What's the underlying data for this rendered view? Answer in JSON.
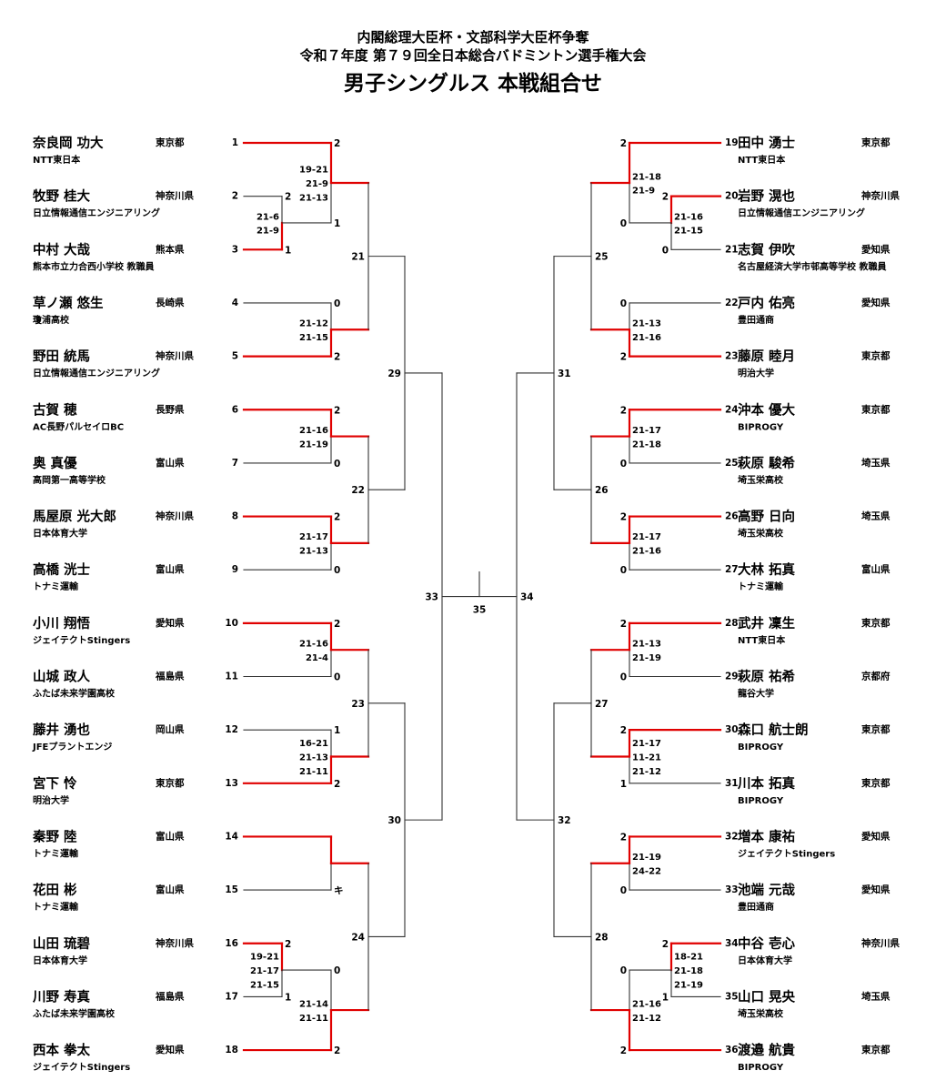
{
  "title": {
    "line1": "内閣総理大臣杯・文部科学大臣杯争奪",
    "line2": "令和７年度 第７９回全日本総合バドミントン選手権大会",
    "line3": "男子シングルス 本戦組合せ"
  },
  "colors": {
    "win": "#e00000",
    "line": "#333333"
  },
  "left_players": [
    {
      "seed": "1",
      "name": "奈良岡 功大",
      "pref": "東京都",
      "team": "NTT東日本"
    },
    {
      "seed": "2",
      "name": "牧野 桂大",
      "pref": "神奈川県",
      "team": "日立情報通信エンジニアリング"
    },
    {
      "seed": "3",
      "name": "中村 大哉",
      "pref": "熊本県",
      "team": "熊本市立力合西小学校 教職員"
    },
    {
      "seed": "4",
      "name": "草ノ瀬 悠生",
      "pref": "長崎県",
      "team": "瓊浦高校"
    },
    {
      "seed": "5",
      "name": "野田 統馬",
      "pref": "神奈川県",
      "team": "日立情報通信エンジニアリング"
    },
    {
      "seed": "6",
      "name": "古賀 穂",
      "pref": "長野県",
      "team": "AC長野パルセイロBC"
    },
    {
      "seed": "7",
      "name": "奥 真優",
      "pref": "富山県",
      "team": "高岡第一高等学校"
    },
    {
      "seed": "8",
      "name": "馬屋原 光大郎",
      "pref": "神奈川県",
      "team": "日本体育大学"
    },
    {
      "seed": "9",
      "name": "高橋 洸士",
      "pref": "富山県",
      "team": "トナミ運輸"
    },
    {
      "seed": "10",
      "name": "小川 翔悟",
      "pref": "愛知県",
      "team": "ジェイテクトStingers"
    },
    {
      "seed": "11",
      "name": "山城 政人",
      "pref": "福島県",
      "team": "ふたば未来学園高校"
    },
    {
      "seed": "12",
      "name": "藤井 湧也",
      "pref": "岡山県",
      "team": "JFEプラントエンジ"
    },
    {
      "seed": "13",
      "name": "宮下 怜",
      "pref": "東京都",
      "team": "明治大学"
    },
    {
      "seed": "14",
      "name": "秦野 陸",
      "pref": "富山県",
      "team": "トナミ運輸"
    },
    {
      "seed": "15",
      "name": "花田 彬",
      "pref": "富山県",
      "team": "トナミ運輸"
    },
    {
      "seed": "16",
      "name": "山田 琉碧",
      "pref": "神奈川県",
      "team": "日本体育大学"
    },
    {
      "seed": "17",
      "name": "川野 寿真",
      "pref": "福島県",
      "team": "ふたば未来学園高校"
    },
    {
      "seed": "18",
      "name": "西本 拳太",
      "pref": "愛知県",
      "team": "ジェイテクトStingers"
    }
  ],
  "right_players": [
    {
      "seed": "19",
      "name": "田中 湧士",
      "pref": "東京都",
      "team": "NTT東日本"
    },
    {
      "seed": "20",
      "name": "岩野 滉也",
      "pref": "神奈川県",
      "team": "日立情報通信エンジニアリング"
    },
    {
      "seed": "21",
      "name": "志賀 伊吹",
      "pref": "愛知県",
      "team": "名古屋経済大学市邨高等学校 教職員"
    },
    {
      "seed": "22",
      "name": "戸内 佑亮",
      "pref": "愛知県",
      "team": "豊田通商"
    },
    {
      "seed": "23",
      "name": "藤原 睦月",
      "pref": "東京都",
      "team": "明治大学"
    },
    {
      "seed": "24",
      "name": "沖本 優大",
      "pref": "東京都",
      "team": "BIPROGY"
    },
    {
      "seed": "25",
      "name": "萩原 駿希",
      "pref": "埼玉県",
      "team": "埼玉栄高校"
    },
    {
      "seed": "26",
      "name": "高野 日向",
      "pref": "埼玉県",
      "team": "埼玉栄高校"
    },
    {
      "seed": "27",
      "name": "大林 拓真",
      "pref": "富山県",
      "team": "トナミ運輸"
    },
    {
      "seed": "28",
      "name": "武井 凜生",
      "pref": "東京都",
      "team": "NTT東日本"
    },
    {
      "seed": "29",
      "name": "萩原 祐希",
      "pref": "京都府",
      "team": "龍谷大学"
    },
    {
      "seed": "30",
      "name": "森口 航士朗",
      "pref": "東京都",
      "team": "BIPROGY"
    },
    {
      "seed": "31",
      "name": "川本 拓真",
      "pref": "東京都",
      "team": "BIPROGY"
    },
    {
      "seed": "32",
      "name": "増本 康祐",
      "pref": "愛知県",
      "team": "ジェイテクトStingers"
    },
    {
      "seed": "33",
      "name": "池端 元哉",
      "pref": "愛知県",
      "team": "豊田通商"
    },
    {
      "seed": "34",
      "name": "中谷 壱心",
      "pref": "神奈川県",
      "team": "日本体育大学"
    },
    {
      "seed": "35",
      "name": "山口 晃央",
      "pref": "埼玉県",
      "team": "埼玉栄高校"
    },
    {
      "seed": "36",
      "name": "渡邉 航貴",
      "pref": "東京都",
      "team": "BIPROGY"
    }
  ],
  "matches": [
    {
      "id": "l_pre1",
      "side": "L",
      "a": 1,
      "b": 2,
      "winner": "b",
      "ga": "2",
      "gb": "1",
      "scores": [
        "21-6",
        "21-9"
      ]
    },
    {
      "id": "l_r1a",
      "side": "L",
      "a": 0,
      "b": "l_pre1",
      "winner": "a",
      "ga": "2",
      "gb": "1",
      "scores": [
        "19-21",
        "21-9",
        "21-13"
      ]
    },
    {
      "id": "l_r1b",
      "side": "L",
      "a": 3,
      "b": 4,
      "winner": "b",
      "ga": "0",
      "gb": "2",
      "scores": [
        "21-12",
        "21-15"
      ]
    },
    {
      "id": "l_r1c",
      "side": "L",
      "a": 5,
      "b": 6,
      "winner": "a",
      "ga": "2",
      "gb": "0",
      "scores": [
        "21-16",
        "21-19"
      ]
    },
    {
      "id": "l_r1d",
      "side": "L",
      "a": 7,
      "b": 8,
      "winner": "a",
      "ga": "2",
      "gb": "0",
      "scores": [
        "21-17",
        "21-13"
      ]
    },
    {
      "id": "l_r1e",
      "side": "L",
      "a": 9,
      "b": 10,
      "winner": "a",
      "ga": "2",
      "gb": "0",
      "scores": [
        "21-16",
        "21-4"
      ]
    },
    {
      "id": "l_r1f",
      "side": "L",
      "a": 11,
      "b": 12,
      "winner": "b",
      "ga": "1",
      "gb": "2",
      "scores": [
        "16-21",
        "21-13",
        "21-11"
      ]
    },
    {
      "id": "l_r1g",
      "side": "L",
      "a": 13,
      "b": 14,
      "winner": "a",
      "ga": "",
      "gb": "キ",
      "scores": []
    },
    {
      "id": "l_pre2",
      "side": "L",
      "a": 15,
      "b": 16,
      "winner": "a",
      "ga": "2",
      "gb": "1",
      "scores": [
        "19-21",
        "21-17",
        "21-15"
      ]
    },
    {
      "id": "l_r1h",
      "side": "L",
      "a": "l_pre2",
      "b": 17,
      "winner": "b",
      "ga": "0",
      "gb": "2",
      "scores": [
        "21-14",
        "21-11"
      ]
    },
    {
      "id": "l21",
      "side": "L",
      "a": "l_r1a",
      "b": "l_r1b",
      "label": "21"
    },
    {
      "id": "l22",
      "side": "L",
      "a": "l_r1c",
      "b": "l_r1d",
      "label": "22"
    },
    {
      "id": "l23",
      "side": "L",
      "a": "l_r1e",
      "b": "l_r1f",
      "label": "23"
    },
    {
      "id": "l24",
      "side": "L",
      "a": "l_r1g",
      "b": "l_r1h",
      "label": "24"
    },
    {
      "id": "l29",
      "side": "L",
      "a": "l21",
      "b": "l22",
      "label": "29"
    },
    {
      "id": "l30",
      "side": "L",
      "a": "l23",
      "b": "l24",
      "label": "30"
    },
    {
      "id": "l33",
      "side": "L",
      "a": "l29",
      "b": "l30",
      "label": "33"
    },
    {
      "id": "r_pre1",
      "side": "R",
      "a": 1,
      "b": 2,
      "winner": "a",
      "ga": "2",
      "gb": "0",
      "scores": [
        "21-16",
        "21-15"
      ]
    },
    {
      "id": "r_r1a",
      "side": "R",
      "a": 0,
      "b": "r_pre1",
      "winner": "a",
      "ga": "2",
      "gb": "0",
      "scores": [
        "21-18",
        "21-9"
      ]
    },
    {
      "id": "r_r1b",
      "side": "R",
      "a": 3,
      "b": 4,
      "winner": "b",
      "ga": "0",
      "gb": "2",
      "scores": [
        "21-13",
        "21-16"
      ]
    },
    {
      "id": "r_r1c",
      "side": "R",
      "a": 5,
      "b": 6,
      "winner": "a",
      "ga": "2",
      "gb": "0",
      "scores": [
        "21-17",
        "21-18"
      ]
    },
    {
      "id": "r_r1d",
      "side": "R",
      "a": 7,
      "b": 8,
      "winner": "a",
      "ga": "2",
      "gb": "0",
      "scores": [
        "21-17",
        "21-16"
      ]
    },
    {
      "id": "r_r1e",
      "side": "R",
      "a": 9,
      "b": 10,
      "winner": "a",
      "ga": "2",
      "gb": "0",
      "scores": [
        "21-13",
        "21-19"
      ]
    },
    {
      "id": "r_r1f",
      "side": "R",
      "a": 11,
      "b": 12,
      "winner": "a",
      "ga": "2",
      "gb": "1",
      "scores": [
        "21-17",
        "11-21",
        "21-12"
      ]
    },
    {
      "id": "r_r1g",
      "side": "R",
      "a": 13,
      "b": 14,
      "winner": "a",
      "ga": "2",
      "gb": "0",
      "scores": [
        "21-19",
        "24-22"
      ]
    },
    {
      "id": "r_pre2",
      "side": "R",
      "a": 15,
      "b": 16,
      "winner": "a",
      "ga": "2",
      "gb": "1",
      "scores": [
        "18-21",
        "21-18",
        "21-19"
      ]
    },
    {
      "id": "r_r1h",
      "side": "R",
      "a": "r_pre2",
      "b": 17,
      "winner": "b",
      "ga": "0",
      "gb": "2",
      "scores": [
        "21-16",
        "21-12"
      ]
    },
    {
      "id": "r25",
      "side": "R",
      "a": "r_r1a",
      "b": "r_r1b",
      "label": "25"
    },
    {
      "id": "r26",
      "side": "R",
      "a": "r_r1c",
      "b": "r_r1d",
      "label": "26"
    },
    {
      "id": "r27",
      "side": "R",
      "a": "r_r1e",
      "b": "r_r1f",
      "label": "27"
    },
    {
      "id": "r28",
      "side": "R",
      "a": "r_r1g",
      "b": "r_r1h",
      "label": "28"
    },
    {
      "id": "r31",
      "side": "R",
      "a": "r25",
      "b": "r26",
      "label": "31"
    },
    {
      "id": "r32",
      "side": "R",
      "a": "r27",
      "b": "r28",
      "label": "32"
    },
    {
      "id": "r34",
      "side": "R",
      "a": "r31",
      "b": "r32",
      "label": "34"
    }
  ],
  "final": {
    "label": "35"
  }
}
